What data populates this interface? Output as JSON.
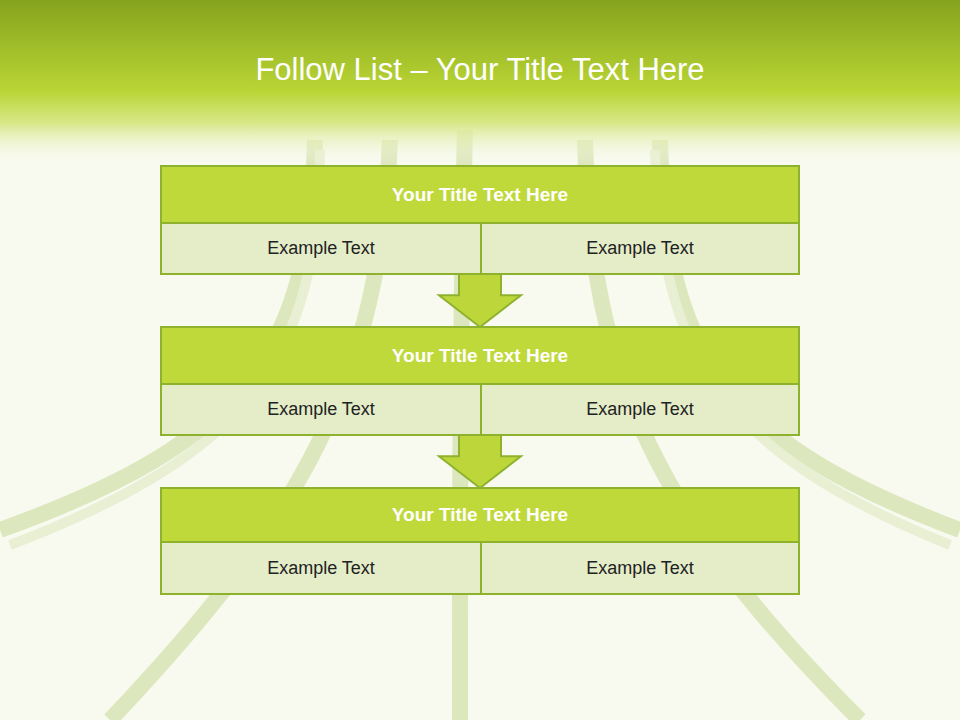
{
  "diagram": {
    "title": "Follow List  – Your Title Text Here",
    "nodes": [
      {
        "text": [
          "Your Title Text Here"
        ]
      },
      {
        "text": [
          "Example Text"
        ],
        "in": 0
      },
      {
        "text": [
          "Example Text"
        ],
        "in": 0
      },
      {
        "text": [
          "Your Title Text Here"
        ]
      },
      {
        "text": [
          "Example Text"
        ],
        "in": 3
      },
      {
        "text": [
          "Example Text"
        ],
        "in": 3
      },
      {
        "text": [
          "Your Title Text Here"
        ]
      },
      {
        "text": [
          "Example Text"
        ],
        "in": 6
      },
      {
        "text": [
          "Example Text"
        ],
        "in": 6
      }
    ],
    "edges": [
      {
        "from": 0,
        "to": 3,
        "arrow": "to"
      },
      {
        "from": 3,
        "to": 6,
        "arrow": "to"
      }
    ]
  }
}
